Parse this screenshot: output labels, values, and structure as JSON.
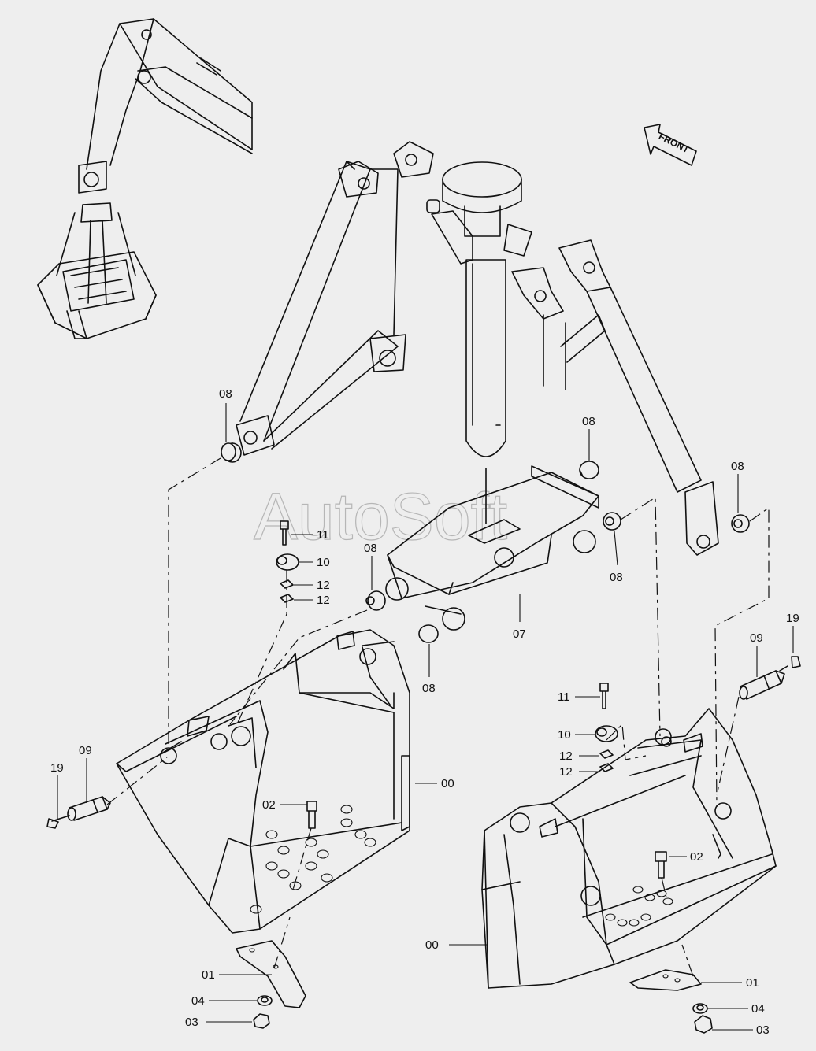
{
  "watermark": "AutoSoft",
  "direction_arrow": "FRONT",
  "callouts": {
    "l08_a": "08",
    "l08_b": "08",
    "l08_c": "08",
    "l08_d": "08",
    "l08_e": "08",
    "l08_f": "08",
    "l11_a": "11",
    "l10_a": "10",
    "l12_a": "12",
    "l12_b": "12",
    "l07": "07",
    "l19_a": "19",
    "l09_a": "09",
    "l11_b": "11",
    "l10_b": "10",
    "l12_c": "12",
    "l12_d": "12",
    "l19_b": "19",
    "l09_b": "09",
    "l00_a": "00",
    "l02_a": "02",
    "l01_a": "01",
    "l04_a": "04",
    "l03_a": "03",
    "l00_b": "00",
    "l02_b": "02",
    "l01_b": "01",
    "l04_b": "04",
    "l03_b": "03"
  }
}
